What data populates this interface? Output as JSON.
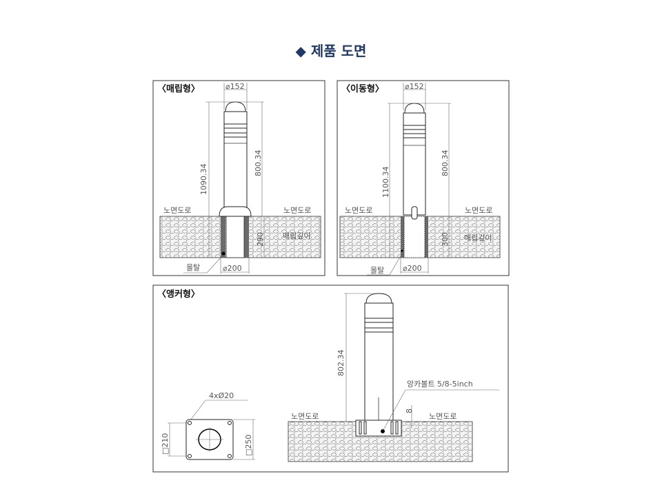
{
  "title": "◆ 제품 도면",
  "panels": {
    "buried": {
      "label": "〈매립형〉",
      "dia_top": "⌀152",
      "dia_bottom": "⌀200",
      "total_height": "1090.34",
      "above_height": "800.34",
      "depth": "290",
      "road_left": "노면도로",
      "road_right": "노면도로",
      "depth_label": "매립깊이",
      "mortar": "몰탈"
    },
    "removable": {
      "label": "〈이동형〉",
      "dia_top": "⌀152",
      "dia_bottom": "⌀200",
      "total_height": "1100.34",
      "above_height": "800.34",
      "depth": "300",
      "road_left": "노면도로",
      "road_right": "노면도로",
      "depth_label": "매립깊이",
      "mortar": "몰탈"
    },
    "anchor": {
      "label": "〈앵커형〉",
      "holes": "4xØ20",
      "inner_square": "□210",
      "outer_square": "□250",
      "height": "802.34",
      "bolt": "앙카볼트 5/8-5inch",
      "plate_thk": "8",
      "road_left": "노면도로",
      "road_right": "노면도로"
    }
  }
}
